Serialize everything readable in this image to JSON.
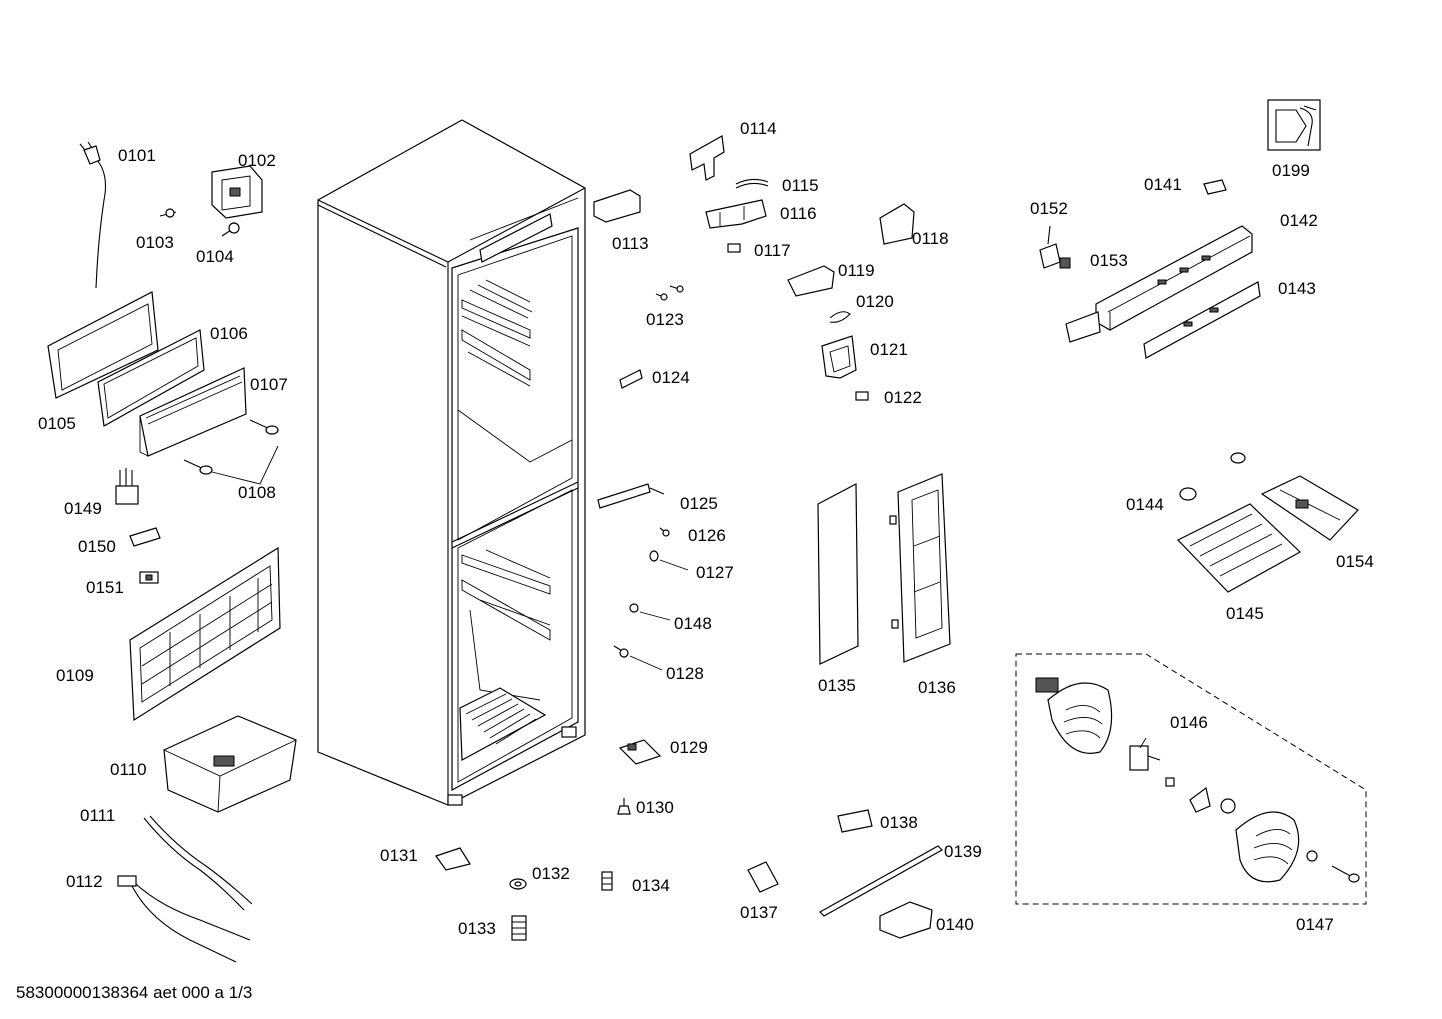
{
  "diagram": {
    "footer": "58300000138364 aet 000 a 1/3",
    "labels": {
      "p0101": "0101",
      "p0102": "0102",
      "p0103": "0103",
      "p0104": "0104",
      "p0105": "0105",
      "p0106": "0106",
      "p0107": "0107",
      "p0108": "0108",
      "p0109": "0109",
      "p0110": "0110",
      "p0111": "0111",
      "p0112": "0112",
      "p0113": "0113",
      "p0114": "0114",
      "p0115": "0115",
      "p0116": "0116",
      "p0117": "0117",
      "p0118": "0118",
      "p0119": "0119",
      "p0120": "0120",
      "p0121": "0121",
      "p0122": "0122",
      "p0123": "0123",
      "p0124": "0124",
      "p0125": "0125",
      "p0126": "0126",
      "p0127": "0127",
      "p0128": "0128",
      "p0129": "0129",
      "p0130": "0130",
      "p0131": "0131",
      "p0132": "0132",
      "p0133": "0133",
      "p0134": "0134",
      "p0135": "0135",
      "p0136": "0136",
      "p0137": "0137",
      "p0138": "0138",
      "p0139": "0139",
      "p0140": "0140",
      "p0141": "0141",
      "p0142": "0142",
      "p0143": "0143",
      "p0144": "0144",
      "p0145": "0145",
      "p0146": "0146",
      "p0147": "0147",
      "p0148": "0148",
      "p0149": "0149",
      "p0150": "0150",
      "p0151": "0151",
      "p0152": "0152",
      "p0153": "0153",
      "p0154": "0154",
      "p0199": "0199"
    }
  }
}
